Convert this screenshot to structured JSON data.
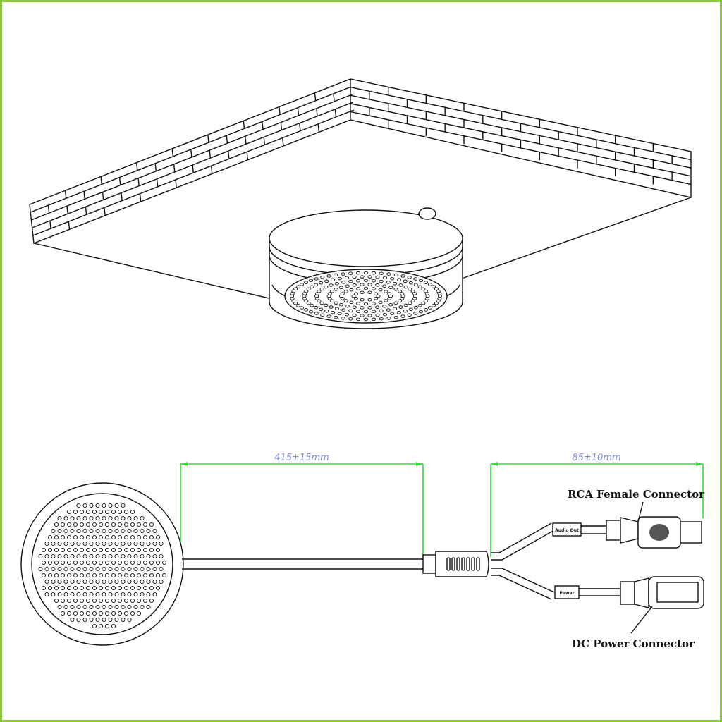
{
  "colors": {
    "border": "#8dc63f",
    "dimension_line": "#33dd33",
    "dimension_text": "#7f8fe0",
    "line": "#111111"
  },
  "dimensions": {
    "cable_length": "415±15mm",
    "branch_length": "85±10mm"
  },
  "labels": {
    "rca_connector": "RCA Female Connector",
    "dc_connector": "DC Power Connector",
    "audio_tag": "Audio Out",
    "power_tag": "Power"
  }
}
